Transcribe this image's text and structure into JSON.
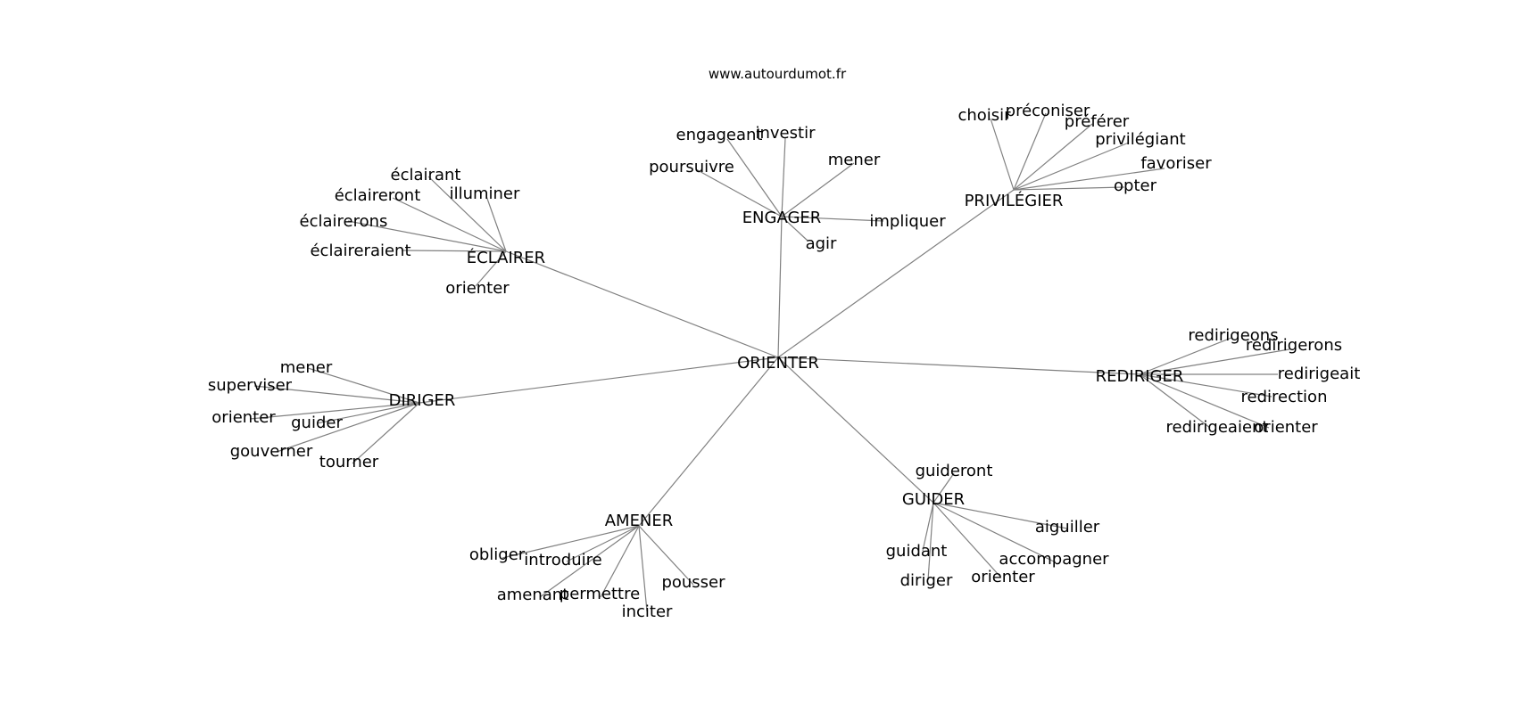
{
  "watermark": "www.autourdumot.fr",
  "graph": {
    "center": "ORIENTER",
    "clusters": [
      {
        "hub": "ÉCLAIRER",
        "leaves": [
          "éclairant",
          "illuminer",
          "éclaireront",
          "éclairerons",
          "éclaireraient",
          "orienter"
        ]
      },
      {
        "hub": "ENGAGER",
        "leaves": [
          "engageant",
          "investir",
          "poursuivre",
          "mener",
          "impliquer",
          "agir"
        ]
      },
      {
        "hub": "PRIVILÉGIER",
        "leaves": [
          "choisir",
          "préconiser",
          "préférer",
          "privilégiant",
          "favoriser",
          "opter"
        ]
      },
      {
        "hub": "REDIRIGER",
        "leaves": [
          "redirigeons",
          "redirigerons",
          "redirigeait",
          "redirection",
          "redirigeaient",
          "orienter"
        ]
      },
      {
        "hub": "GUIDER",
        "leaves": [
          "guideront",
          "aiguiller",
          "guidant",
          "accompagner",
          "diriger",
          "orienter"
        ]
      },
      {
        "hub": "AMENER",
        "leaves": [
          "obliger",
          "introduire",
          "amenant",
          "permettre",
          "inciter",
          "pousser"
        ]
      },
      {
        "hub": "DIRIGER",
        "leaves": [
          "mener",
          "superviser",
          "orienter",
          "guider",
          "gouverner",
          "tourner"
        ]
      }
    ]
  }
}
